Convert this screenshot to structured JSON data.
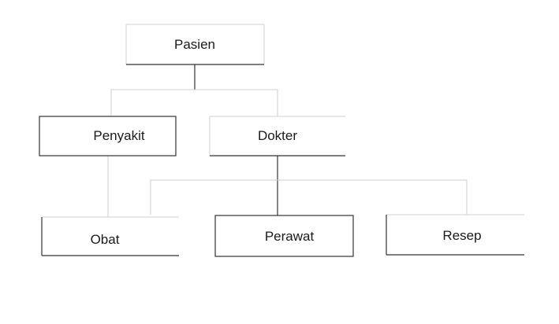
{
  "diagram": {
    "nodes": {
      "pasien": "Pasien",
      "penyakit": "Penyakit",
      "dokter": "Dokter",
      "obat": "Obat",
      "perawat": "Perawat",
      "resep": "Resep"
    }
  }
}
